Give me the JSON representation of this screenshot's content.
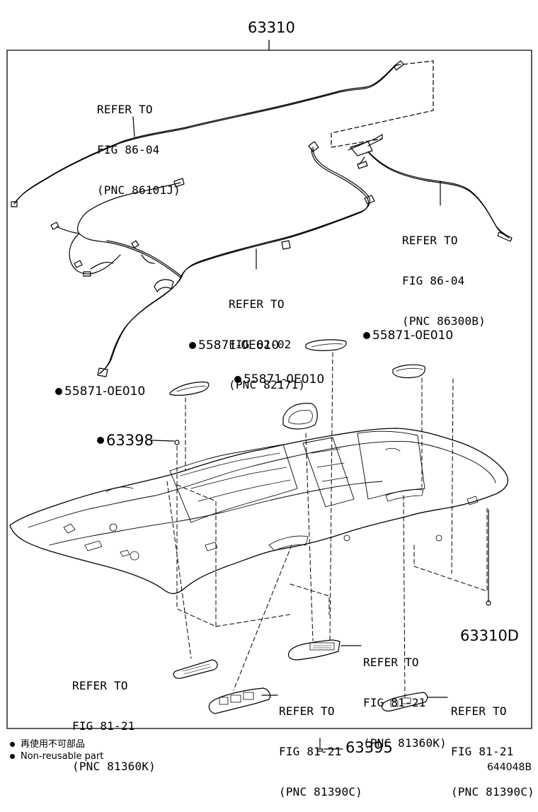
{
  "top_part_number": "63310",
  "refer_labels": [
    {
      "id": "ref-86101j",
      "lines": [
        "REFER TO",
        "FIG 86-04",
        "(PNC 86101J)"
      ]
    },
    {
      "id": "ref-86300b",
      "lines": [
        "REFER TO",
        "FIG 86-04",
        "(PNC 86300B)"
      ]
    },
    {
      "id": "ref-82171",
      "lines": [
        "REFER TO",
        "FIG 82-02",
        "(PNC 82171)"
      ]
    },
    {
      "id": "ref-81360k-right",
      "lines": [
        "REFER TO",
        "FIG 81-21",
        "(PNC 81360K)"
      ]
    },
    {
      "id": "ref-81360k-left",
      "lines": [
        "REFER TO",
        "FIG 81-21",
        "(PNC 81360K)"
      ]
    },
    {
      "id": "ref-81390c-mid",
      "lines": [
        "REFER TO",
        "FIG 81-21",
        "(PNC 81390C)"
      ]
    },
    {
      "id": "ref-81390c-right",
      "lines": [
        "REFER TO",
        "FIG 81-21",
        "(PNC 81390C)"
      ]
    }
  ],
  "part_numbers": {
    "pad_1": "55871-0E010",
    "pad_2": "55871-0E010",
    "pad_3": "55871-0E010",
    "pad_4": "55871-0E010",
    "clip": "63398",
    "headliner_clip": "63310D",
    "screw": "63395"
  },
  "legend": {
    "non_reusable_jp": "再使用不可部品",
    "non_reusable_en": "Non-reusable part"
  },
  "illustration_code": "644048B"
}
